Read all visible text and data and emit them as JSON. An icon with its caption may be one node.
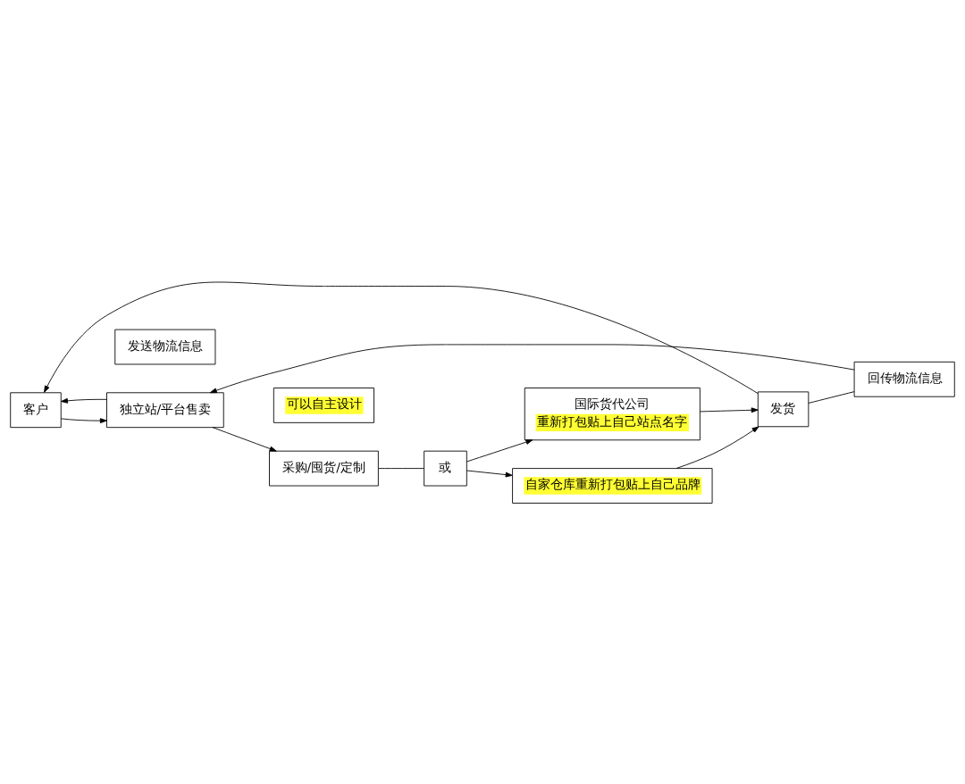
{
  "diagram": {
    "nodes": [
      {
        "text": [
          "客户"
        ]
      },
      {
        "text": [
          "发送物流信息"
        ]
      },
      {
        "text": [
          "独立站/平台售卖"
        ]
      },
      {
        "text": [
          "回传物流信息"
        ]
      },
      {
        "text": [
          "可以自主设计"
        ]
      },
      {
        "text": [
          "采购/囤货/定制"
        ]
      },
      {
        "text": [
          "或"
        ]
      },
      {
        "text": [
          "国际货代公司",
          "重新打包贴上自己站点名字"
        ]
      },
      {
        "text": [
          "自家仓库重新打包贴上自己品牌"
        ]
      },
      {
        "text": [
          "发货"
        ]
      }
    ],
    "edges": [
      {
        "from": 2,
        "to": 0,
        "arrow": "to"
      },
      {
        "from": 0,
        "to": 2,
        "arrow": "to"
      },
      {
        "from": 9,
        "to": 0,
        "arrow": "to"
      },
      {
        "from": 9,
        "to": 3,
        "arrow": "none"
      },
      {
        "from": 3,
        "to": 2,
        "arrow": "to"
      },
      {
        "from": 2,
        "to": 5,
        "arrow": "to"
      },
      {
        "from": 5,
        "to": 6,
        "arrow": "none"
      },
      {
        "from": 6,
        "to": 7,
        "arrow": "to"
      },
      {
        "from": 6,
        "to": 8,
        "arrow": "to"
      },
      {
        "from": 7,
        "to": 9,
        "arrow": "to"
      },
      {
        "from": 8,
        "to": 9,
        "arrow": "to"
      }
    ]
  }
}
